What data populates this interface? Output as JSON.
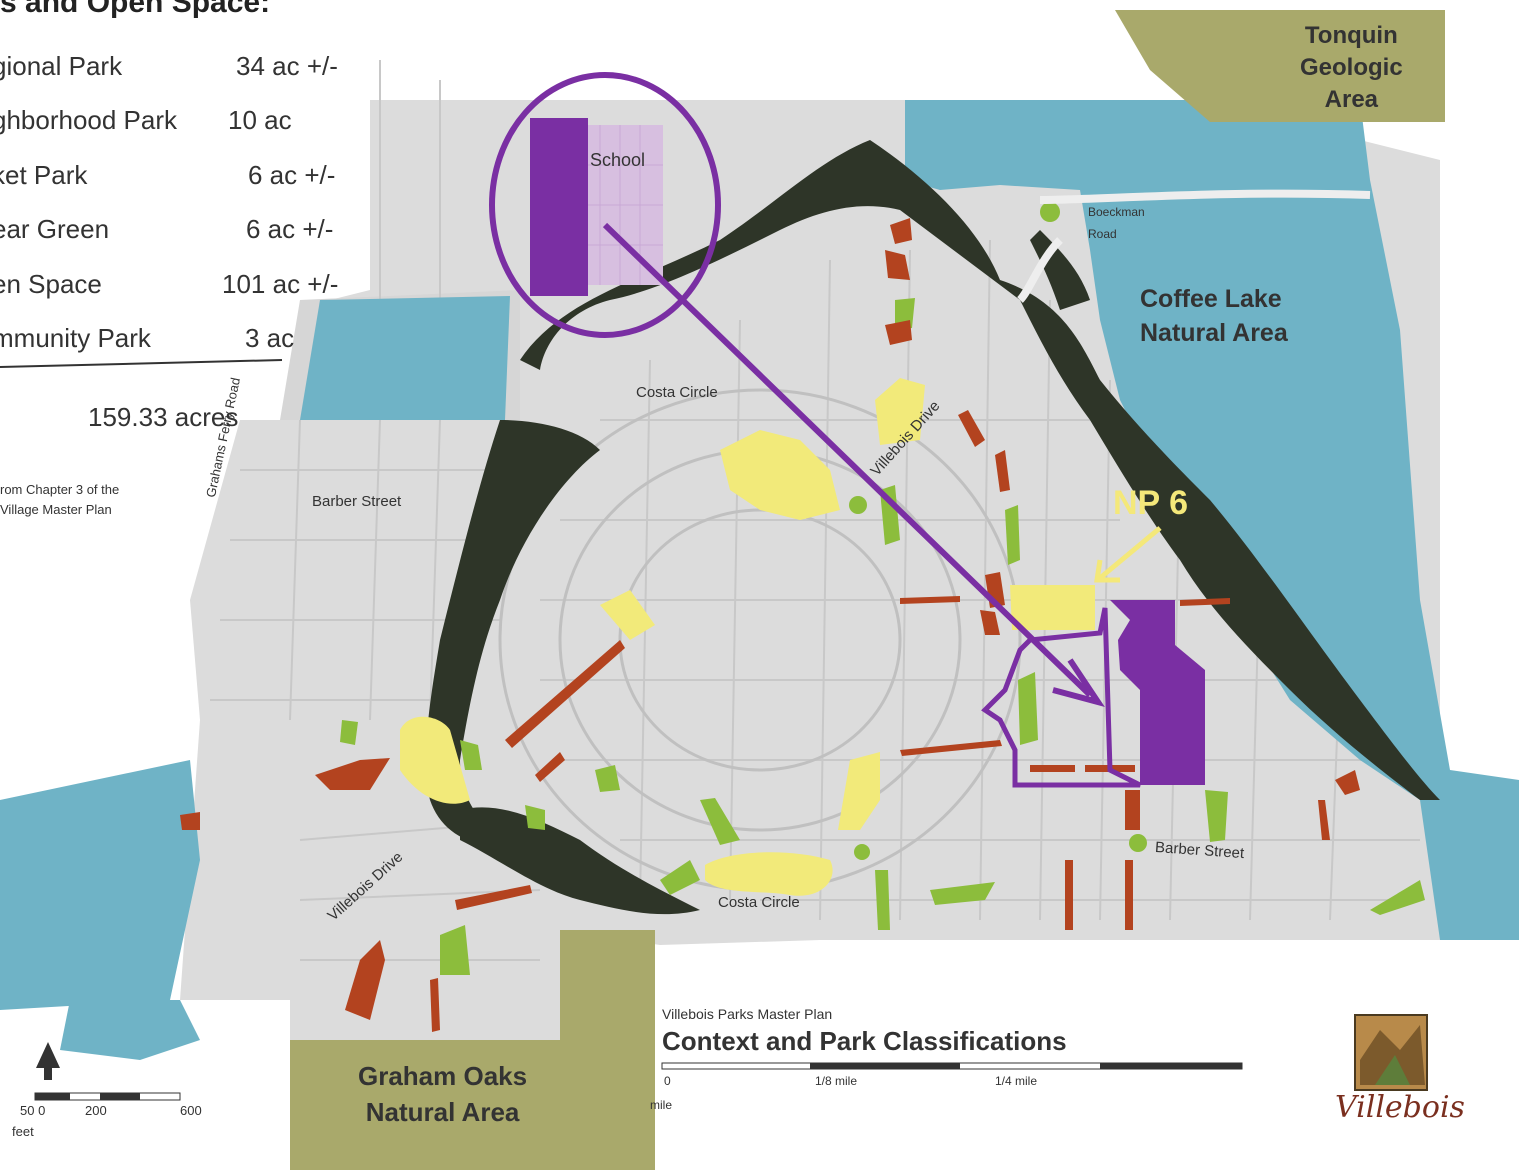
{
  "legend": {
    "heading": "s and Open Space:",
    "rows": [
      {
        "name": "gional Park",
        "value": "34 ac +/-"
      },
      {
        "name": "ghborhood Park",
        "value": "10 ac"
      },
      {
        "name": "ket Park",
        "value": "6 ac +/-"
      },
      {
        "name": "ear Green",
        "value": "6 ac +/-"
      },
      {
        "name": "en Space",
        "value": "101 ac +/-"
      },
      {
        "name": "mmunity Park",
        "value": "3 ac"
      }
    ],
    "total": "159.33 acres",
    "source_note_1": "rom Chapter 3 of the",
    "source_note_2": "Village Master Plan"
  },
  "map_labels": {
    "tonquin": [
      "Tonquin",
      "Geologic",
      "Area"
    ],
    "coffee_lake": [
      "Coffee Lake",
      "Natural Area"
    ],
    "graham_oaks": [
      "Graham Oaks",
      "Natural Area"
    ],
    "school": "School",
    "boeckman_1": "Boeckman",
    "boeckman_2": "Road",
    "costa_circle_north": "Costa Circle",
    "costa_circle_south": "Costa Circle",
    "villebois_drive_north": "Villebois Drive",
    "villebois_drive_south": "Villebois Drive",
    "barber_street_west": "Barber Street",
    "barber_street_east": "Barber Street",
    "grahams_ferry_road": "Grahams Ferry Road"
  },
  "annotation": {
    "np_label": "NP 6",
    "colors": {
      "purple": "#7a2fa3",
      "light_purple": "#d7bfe0",
      "yellow_label": "#f4e87a"
    }
  },
  "title_block": {
    "subtitle": "Villebois Parks Master Plan",
    "title": "Context and Park Classifications",
    "scale_0": "0",
    "scale_1": "1/8 mile",
    "scale_2": "1/4 mile",
    "scale_unit": "mile",
    "logo_text": "Villebois"
  },
  "feet_scale": {
    "ticks": [
      "50 0",
      "200",
      "600"
    ],
    "unit": "feet"
  },
  "colors": {
    "street_gray": "#dcdcdc",
    "road_line": "#c6c6c6",
    "water": "#6fb3c6",
    "forest": "#2e3528",
    "olive": "#a9a96b",
    "neighborhood_yellow": "#f2ea7a",
    "green_park": "#8cbd3c",
    "brick": "#b3431f",
    "purple": "#7a2fa3"
  }
}
